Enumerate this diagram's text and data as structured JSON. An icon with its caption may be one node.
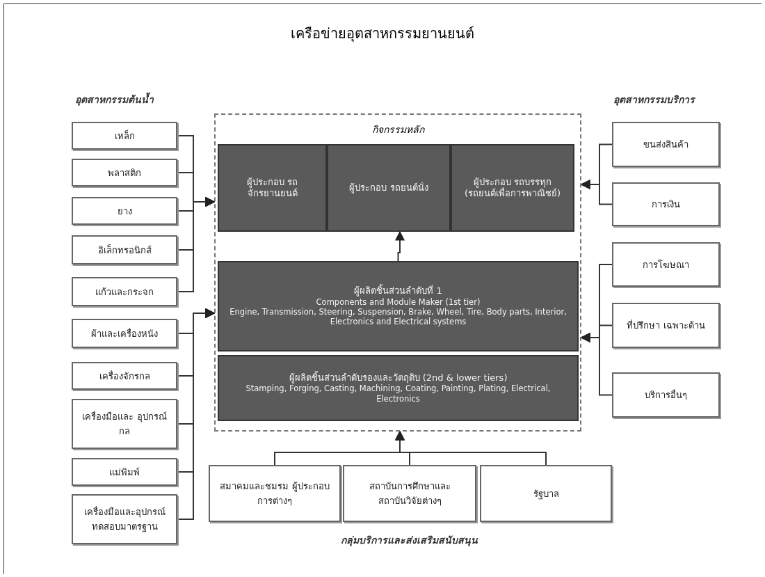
{
  "diagram": {
    "title": "เครือข่ายอุตสาหกรรมยานยนต์",
    "nodes": [
      {
        "text": [
          "เหล็ก"
        ]
      },
      {
        "text": [
          "พลาสติก"
        ]
      },
      {
        "text": [
          "ยาง"
        ]
      },
      {
        "text": [
          "อิเล็กทรอนิกส์"
        ]
      },
      {
        "text": [
          "แก้วและกระจก"
        ]
      },
      {
        "text": [
          "ผ้าและเครื่องหนัง"
        ]
      },
      {
        "text": [
          "เครื่องจักรกล"
        ]
      },
      {
        "text": [
          "เครื่องมือและ อุปกรณ์กล"
        ]
      },
      {
        "text": [
          "แม่พิมพ์"
        ]
      },
      {
        "text": [
          "เครื่องมือและอุปกรณ์ ทดสอบมาตรฐาน"
        ]
      },
      {
        "text": [
          "กิจกรรมหลัก"
        ]
      },
      {
        "text": [
          "ผู้ประกอบ รถจักรยานยนต์"
        ],
        "in": 10
      },
      {
        "text": [
          "ผู้ประกอบ รถยนต์นั่ง"
        ],
        "in": 10
      },
      {
        "text": [
          "ผู้ประกอบ รถบรรทุก (รถยนต์เพื่อการพาณิชย์)"
        ],
        "in": 10
      },
      {
        "text": [
          "ผู้ผลิตชิ้นส่วนลำดับที่ 1",
          "Components and Module Maker (1st tier)",
          "Engine, Transmission, Steering, Suspension, Brake, Wheel, Tire, Body parts, Interior, Electronics and Electrical systems"
        ],
        "in": 10
      },
      {
        "text": [
          "ผู้ผลิตชิ้นส่วนลำดับรองและวัตถุดิบ (2nd & lower tiers)",
          "Stamping, Forging, Casting, Machining, Coating, Painting, Plating, Electrical, Electronics"
        ],
        "in": 10
      },
      {
        "text": [
          "ขนส่งสินค้า"
        ]
      },
      {
        "text": [
          "การเงิน"
        ]
      },
      {
        "text": [
          "การโฆษณา"
        ]
      },
      {
        "text": [
          "ที่ปรึกษา เฉพาะด้าน"
        ]
      },
      {
        "text": [
          "บริการอื่นๆ"
        ]
      },
      {
        "text": [
          "สมาคมและชมรม ผู้ประกอบการต่างๆ"
        ]
      },
      {
        "text": [
          "สถาบันการศึกษาและ สถาบันวิจัยต่างๆ"
        ]
      },
      {
        "text": [
          "รัฐบาล"
        ]
      }
    ],
    "edges": [
      {
        "from": 0,
        "to": 10,
        "arrow": "to"
      },
      {
        "from": 1,
        "to": 10,
        "arrow": "to"
      },
      {
        "from": 2,
        "to": 10,
        "arrow": "to"
      },
      {
        "from": 3,
        "to": 10,
        "arrow": "to"
      },
      {
        "from": 4,
        "to": 10,
        "arrow": "to"
      },
      {
        "from": 5,
        "to": 10,
        "arrow": "to"
      },
      {
        "from": 6,
        "to": 10,
        "arrow": "to"
      },
      {
        "from": 7,
        "to": 10,
        "arrow": "to"
      },
      {
        "from": 8,
        "to": 10,
        "arrow": "to"
      },
      {
        "from": 9,
        "to": 10,
        "arrow": "to"
      },
      {
        "from": 14,
        "to": 12,
        "arrow": "to"
      },
      {
        "from": 16,
        "to": 10,
        "arrow": "to"
      },
      {
        "from": 17,
        "to": 10,
        "arrow": "to"
      },
      {
        "from": 18,
        "to": 10,
        "arrow": "to"
      },
      {
        "from": 19,
        "to": 10,
        "arrow": "to"
      },
      {
        "from": 20,
        "to": 10,
        "arrow": "to"
      },
      {
        "from": 21,
        "to": 10,
        "arrow": "to"
      },
      {
        "from": 22,
        "to": 10,
        "arrow": "to"
      },
      {
        "from": 23,
        "to": 10,
        "arrow": "to"
      }
    ],
    "labels": [
      "อุตสาหกรรมต้นน้ำ",
      "อุตสาหกรรมบริการ",
      "กลุ่มบริการและส่งเสริมสนับสนุน"
    ]
  }
}
